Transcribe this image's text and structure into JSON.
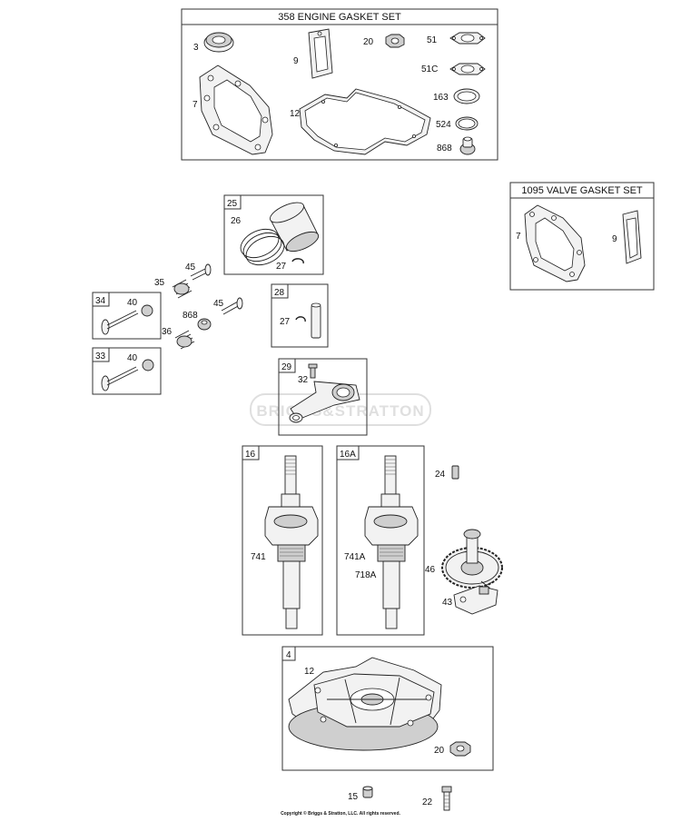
{
  "engine_gasket_set": {
    "title": "358 ENGINE GASKET SET",
    "callouts": [
      "3",
      "9",
      "20",
      "51",
      "51C",
      "7",
      "12",
      "163",
      "524",
      "868"
    ]
  },
  "valve_gasket_set": {
    "title": "1095 VALVE GASKET SET",
    "callouts": [
      "7",
      "9"
    ]
  },
  "piston_box": {
    "id": "25",
    "callouts": [
      "26",
      "27"
    ]
  },
  "pin_box": {
    "id": "28",
    "callouts": [
      "27"
    ]
  },
  "rod_box": {
    "id": "29",
    "callouts": [
      "32"
    ]
  },
  "valve_exhaust_box": {
    "id": "34",
    "callouts": [
      "40"
    ]
  },
  "valve_intake_box": {
    "id": "33",
    "callouts": [
      "40"
    ]
  },
  "valve_train_callouts": [
    "45",
    "35",
    "45",
    "868",
    "36"
  ],
  "crank_box_a": {
    "id": "16",
    "callouts": [
      "741"
    ]
  },
  "crank_box_b": {
    "id": "16A",
    "callouts": [
      "741A",
      "718A"
    ]
  },
  "cam_callouts": [
    "24",
    "46",
    "43"
  ],
  "sump_box": {
    "id": "4",
    "callouts": [
      "12",
      "20"
    ]
  },
  "loose_callouts": [
    "15",
    "22"
  ],
  "watermark": "BRIGGS&STRATTON",
  "copyright": "Copyright © Briggs & Stratton, LLC. All rights reserved."
}
